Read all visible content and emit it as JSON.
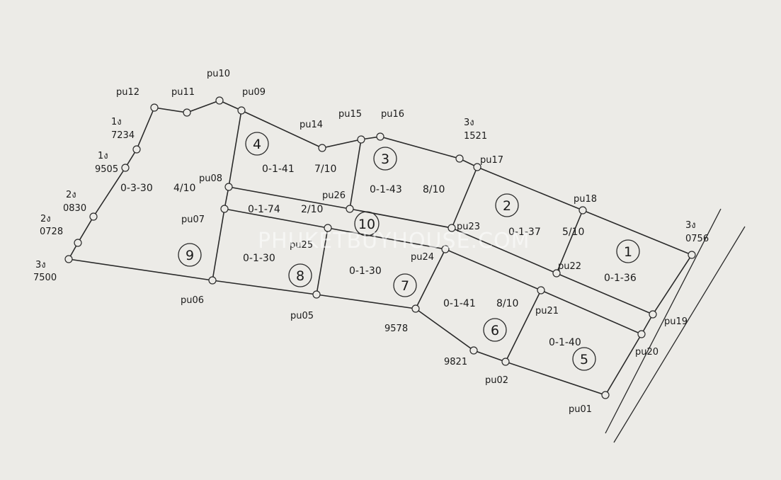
{
  "watermark": "PHUKETBUYHOUSE.COM",
  "point_labels": {
    "pu01": "pu01",
    "pu02": "pu02",
    "pu05": "pu05",
    "pu06": "pu06",
    "pu07": "pu07",
    "pu08": "pu08",
    "pu09": "pu09",
    "pu10": "pu10",
    "pu11": "pu11",
    "pu12": "pu12",
    "pu14": "pu14",
    "pu15": "pu15",
    "pu16": "pu16",
    "pu17": "pu17",
    "pu18": "pu18",
    "pu19": "pu19",
    "pu20": "pu20",
    "pu21": "pu21",
    "pu22": "pu22",
    "pu23": "pu23",
    "pu24": "pu24",
    "pu25": "pu25",
    "pu26": "pu26",
    "m9578": "9578",
    "m9821": "9821"
  },
  "markers": [
    {
      "prefix": "3ง",
      "code": "7500"
    },
    {
      "prefix": "2ง",
      "code": "0728"
    },
    {
      "prefix": "2ง",
      "code": "0830"
    },
    {
      "prefix": "1ง",
      "code": "9505"
    },
    {
      "prefix": "1ง",
      "code": "7234"
    },
    {
      "prefix": "3ง",
      "code": "1521"
    },
    {
      "prefix": "3ง",
      "code": "0756"
    }
  ],
  "plots": [
    {
      "number": "1",
      "area": "0-1-36"
    },
    {
      "number": "2",
      "area": "0-1-37",
      "fraction": "5/10"
    },
    {
      "number": "3",
      "area": "0-1-43",
      "fraction": "8/10"
    },
    {
      "number": "4",
      "area": "0-1-41",
      "fraction": "7/10"
    },
    {
      "number": "5",
      "area": "0-1-40"
    },
    {
      "number": "6",
      "area": "0-1-41",
      "fraction": "8/10"
    },
    {
      "number": "7",
      "area": "0-1-30"
    },
    {
      "number": "8",
      "area": "0-1-30"
    },
    {
      "number": "9",
      "area": "0-3-30",
      "fraction": "4/10"
    },
    {
      "number": "10",
      "area": "0-1-74",
      "fraction": "2/10"
    }
  ]
}
